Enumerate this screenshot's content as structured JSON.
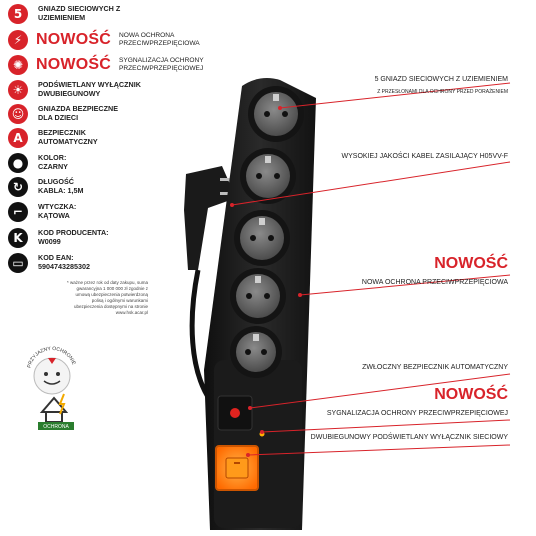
{
  "features": [
    {
      "icon": "five-sockets-icon",
      "glyph": "5",
      "text": "GNIAZD SIECIOWYCH Z UZIEMIENIEM"
    },
    {
      "icon": "surge-protection-icon",
      "glyph": "⚡",
      "new": "NOWOŚĆ",
      "text": "NOWA OCHRONA PRZECIWPRZEPIĘCIOWA"
    },
    {
      "icon": "protection-signal-icon",
      "glyph": "✺",
      "new": "NOWOŚĆ",
      "text": "SYGNALIZACJA OCHRONY PRZECIWPRZEPIĘCIOWEJ"
    },
    {
      "icon": "lit-switch-icon",
      "glyph": "☀",
      "text": "PODŚWIETLANY WYŁĄCZNIK DWUBIEGUNOWY"
    },
    {
      "icon": "child-safe-icon",
      "glyph": "☺",
      "text": "GNIAZDA BEZPIECZNE DLA DZIECI"
    },
    {
      "icon": "auto-fuse-icon",
      "glyph": "A",
      "text": "BEZPIECZNIK AUTOMATYCZNY"
    },
    {
      "icon": "color-icon",
      "glyph": "●",
      "text": "KOLOR: CZARNY"
    },
    {
      "icon": "cable-length-icon",
      "glyph": "↻",
      "text": "DŁUGOŚĆ KABLA: 1,5m"
    },
    {
      "icon": "plug-icon",
      "glyph": "⌐",
      "text": "WTYCZKA: KĄTOWA"
    },
    {
      "icon": "producer-code-icon",
      "glyph": "K",
      "text": "KOD PRODUCENTA: W0099"
    },
    {
      "icon": "ean-icon",
      "glyph": "▭",
      "text": "KOD EAN: 5904743285302"
    }
  ],
  "footnote": "* ważne przez rok od daty zakupu, suma gwarancyjna 1 000 000 zł zgodnie z umową ubezpieczenia potwierdzoną polisą i ogólnymi warunkami ubezpieczenia dostępnymi na stronie www.hsk.acar.pl",
  "child_badge": "PRZYJAZNY OCHRONIE",
  "insurance_badge": "OCHRONA",
  "callouts": [
    {
      "label": "5 GNIAZD SIECIOWYCH Z UZIEMIENIEM",
      "sub": "Z PRZESŁONAMI DLA OCHRONY PRZED PORAŻENIEM"
    },
    {
      "label": "WYSOKIEJ JAKOŚCI KABEL ZASILAJĄCY H05VV-F"
    },
    {
      "new": "NOWOŚĆ",
      "label": "NOWA OCHRONA PRZECIWPRZEPIĘCIOWA"
    },
    {
      "label": "ZWŁOCZNY BEZPIECZNIK AUTOMATYCZNY"
    },
    {
      "new": "NOWOŚĆ",
      "label": "SYGNALIZACJA OCHRONY PRZECIWPRZEPIĘCIOWEJ"
    },
    {
      "label": "DWUBIEGUNOWY PODŚWIETLANY WYŁĄCZNIK SIECIOWY"
    }
  ],
  "colors": {
    "accent": "#d8232a",
    "strip": "#1e1e1e",
    "socket": "#6e6e6e",
    "switch": "#ff7a00"
  }
}
